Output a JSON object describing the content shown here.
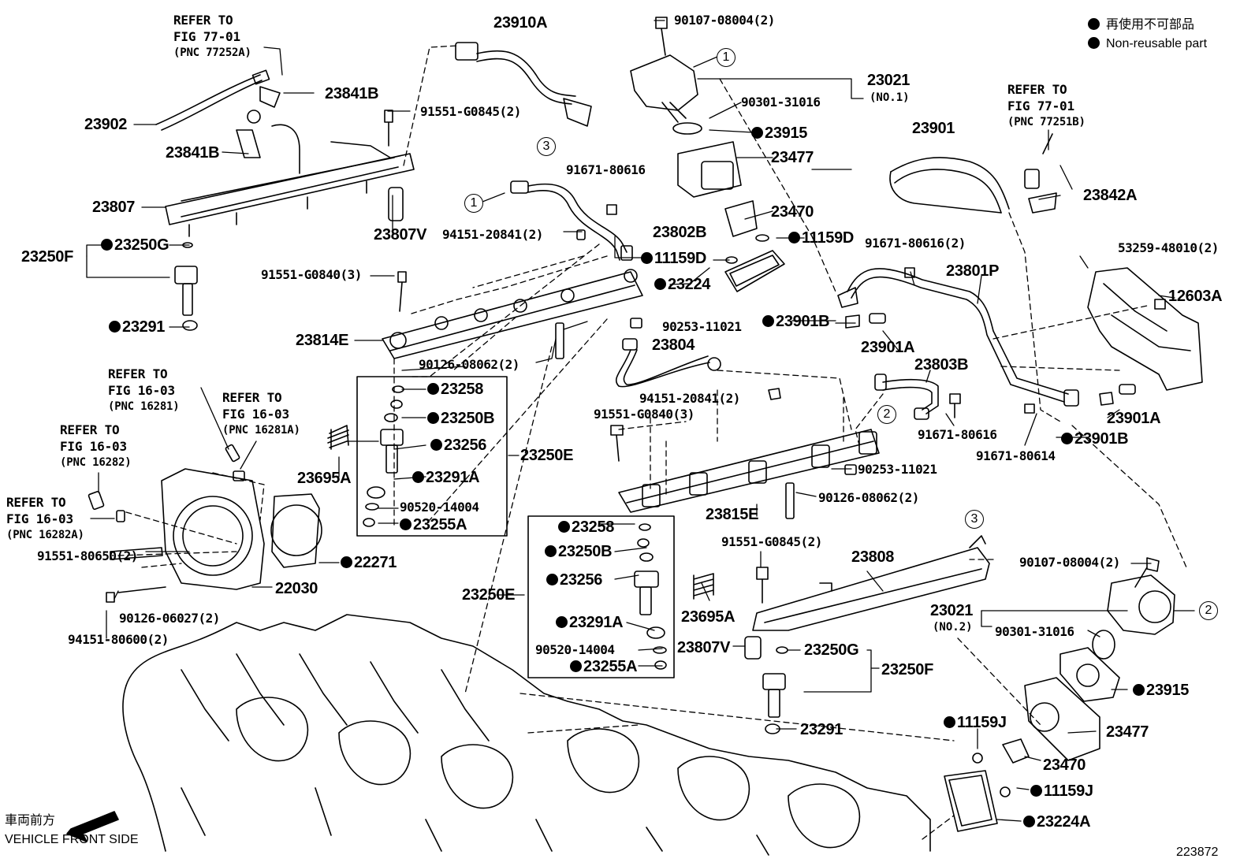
{
  "legend": {
    "jp": "再使用不可部品",
    "en": "Non-reusable part"
  },
  "front": {
    "jp": "車両前方",
    "en": "VEHICLE FRONT SIDE"
  },
  "doc_number": "223872",
  "refs": {
    "r1": {
      "line1": "REFER TO",
      "line2": "FIG 77-01",
      "pnc": "(PNC 77252A)"
    },
    "r2": {
      "line1": "REFER TO",
      "line2": "FIG 77-01",
      "pnc": "(PNC 77251B)"
    },
    "r3": {
      "line1": "REFER TO",
      "line2": "FIG 16-03",
      "pnc": "(PNC 16281)"
    },
    "r4": {
      "line1": "REFER TO",
      "line2": "FIG 16-03",
      "pnc": "(PNC 16281A)"
    },
    "r5": {
      "line1": "REFER TO",
      "line2": "FIG 16-03",
      "pnc": "(PNC 16282)"
    },
    "r6": {
      "line1": "REFER TO",
      "line2": "FIG 16-03",
      "pnc": "(PNC 16282A)"
    }
  },
  "circles": {
    "one": "1",
    "two": "2",
    "three": "3"
  },
  "parts": {
    "p23910A": "23910A",
    "p23841B_a": "23841B",
    "p23841B_b": "23841B",
    "p23902": "23902",
    "p91551_G0845_a": "91551-G0845(2)",
    "p23807": "23807",
    "p23807V_a": "23807V",
    "p23250G_a": "23250G",
    "p23250F_a": "23250F",
    "p23291": "23291",
    "p91551_G0840_a": "91551-G0840(3)",
    "p23814E": "23814E",
    "p90107_a": "90107-08004(2)",
    "p23021_a": "23021",
    "p23021_a_sub": "(NO.1)",
    "p90301_a": "90301-31016",
    "p23915_a": "23915",
    "p23477_a": "23477",
    "p23470_a": "23470",
    "p11159D_a": "11159D",
    "p11159D_b": "11159D",
    "p23224": "23224",
    "p91671_80616_a": "91671-80616",
    "p94151_20841_a": "94151-20841(2)",
    "p23802B": "23802B",
    "p90253_11021_a": "90253-11021",
    "p23804": "23804",
    "p90126_08062_a": "90126-08062(2)",
    "p23258_a": "23258",
    "p23250B_a": "23250B",
    "p23256_a": "23256",
    "p23291A_a": "23291A",
    "p90520_a": "90520-14004",
    "p23255A_a": "23255A",
    "p23250E_a": "23250E",
    "p23695A_a": "23695A",
    "p23901": "23901",
    "p23842A": "23842A",
    "p53259": "53259-48010(2)",
    "p12603A": "12603A",
    "p91671_80616_2": "91671-80616(2)",
    "p23801P": "23801P",
    "p23901B_a": "23901B",
    "p23901A_a": "23901A",
    "p23803B": "23803B",
    "p91671_80616_b": "91671-80616",
    "p91671_80614": "91671-80614",
    "p23901A_b": "23901A",
    "p23901B_b": "23901B",
    "p94151_20841_b": "94151-20841(2)",
    "p91551_G0840_b": "91551-G0840(3)",
    "p90253_11021_b": "90253-11021",
    "p90126_08062_b": "90126-08062(2)",
    "p23815E": "23815E",
    "p22271": "22271",
    "p22030": "22030",
    "p91551_80650": "91551-80650(2)",
    "p90126_06027": "90126-06027(2)",
    "p94151_80600": "94151-80600(2)",
    "p23258_b": "23258",
    "p23250B_b": "23250B",
    "p23256_b": "23256",
    "p23291A_b": "23291A",
    "p90520_b": "90520-14004",
    "p23255A_b": "23255A",
    "p23250E_b": "23250E",
    "p23695A_b": "23695A",
    "p23807V_b": "23807V",
    "p91551_G0845_b": "91551-G0845(2)",
    "p23808": "23808",
    "p23250G_b": "23250G",
    "p23250F_b": "23250F",
    "p23291_b": "23291",
    "p90107_b": "90107-08004(2)",
    "p23021_b": "23021",
    "p23021_b_sub": "(NO.2)",
    "p90301_b": "90301-31016",
    "p23915_b": "23915",
    "p11159J_a": "11159J",
    "p23477_b": "23477",
    "p23470_b": "23470",
    "p11159J_b": "11159J",
    "p23224A": "23224A"
  }
}
